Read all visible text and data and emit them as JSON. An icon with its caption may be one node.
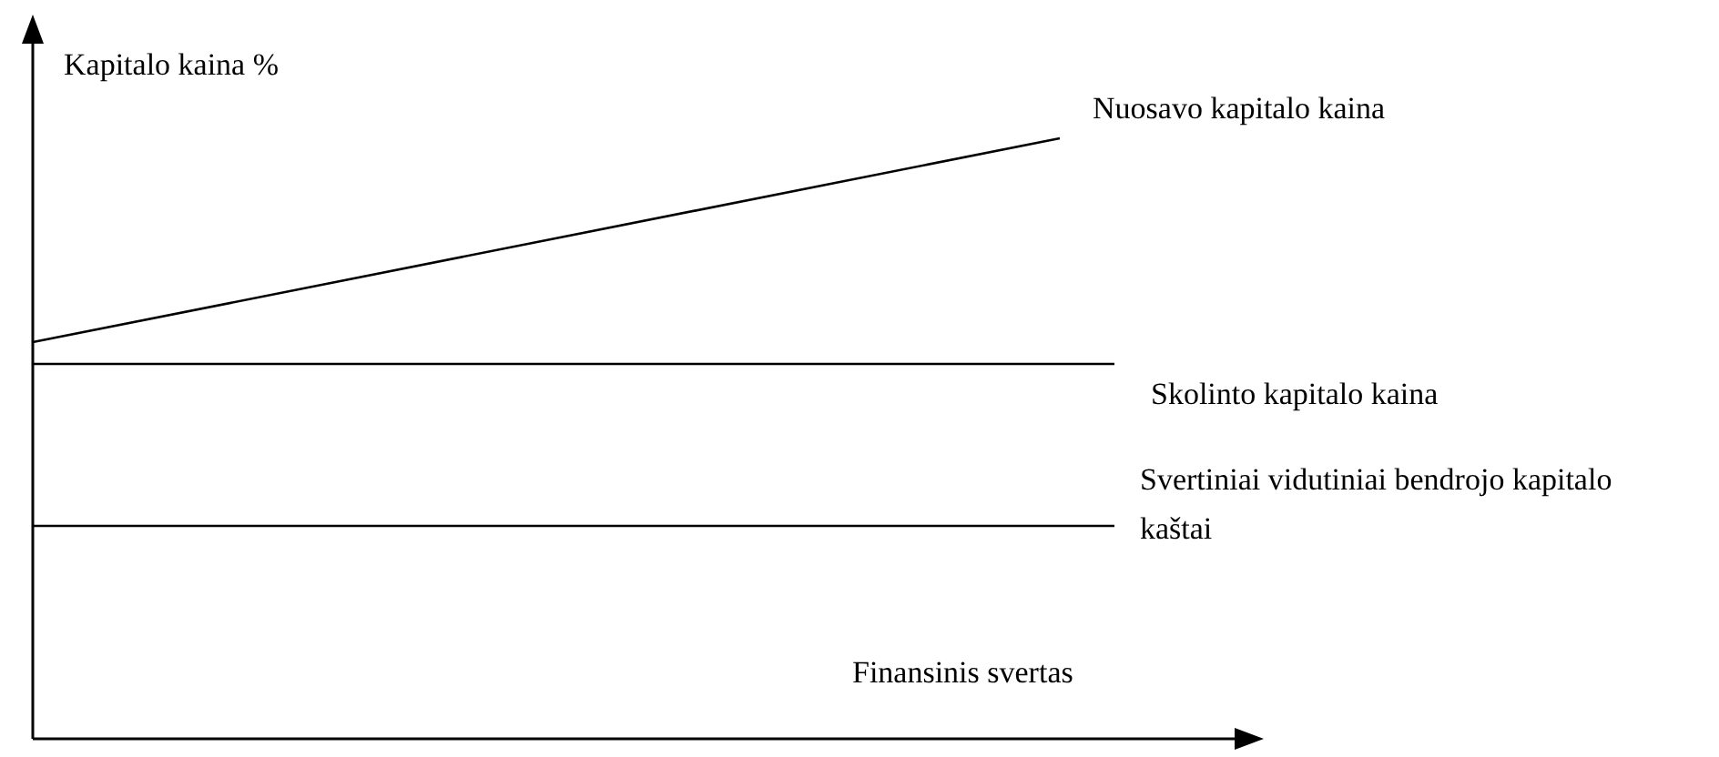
{
  "diagram": {
    "labels": [
      "Kapitalo kaina %",
      "Nuosavo kapitalo kaina",
      "Skolinto kapitalo kaina",
      "Svertiniai vidutiniai bendrojo kapitalo kaštai",
      "Finansinis svertas"
    ]
  }
}
